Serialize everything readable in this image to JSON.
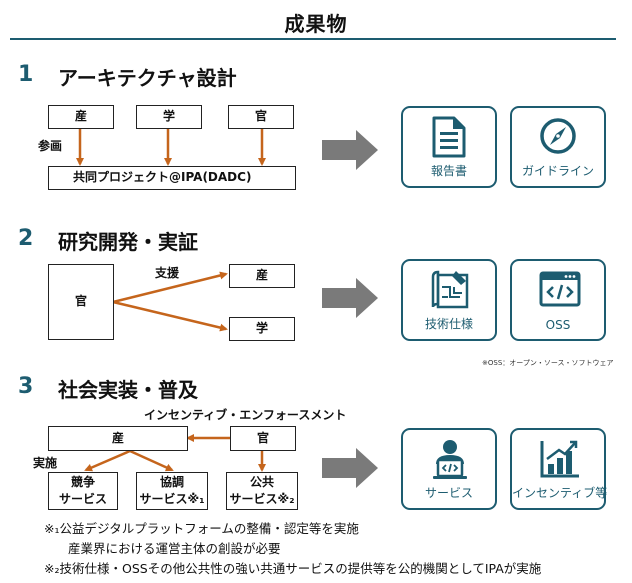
{
  "page": {
    "title": "成果物"
  },
  "colors": {
    "accent": "#1d5c70",
    "arrow": "#c5651c",
    "big_arrow": "#7a7a7a"
  },
  "section1": {
    "number": "1",
    "title": "アーキテクチャ設計",
    "actors": [
      "産",
      "学",
      "官"
    ],
    "join_label": "参画",
    "project": "共同プロジェクト@IPA(DADC)",
    "cards": [
      {
        "label": "報告書",
        "icon": "document-icon"
      },
      {
        "label": "ガイドライン",
        "icon": "compass-icon"
      }
    ]
  },
  "section2": {
    "number": "2",
    "title": "研究開発・実証",
    "source": "官",
    "support_label": "支援",
    "targets": [
      "産",
      "学"
    ],
    "cards": [
      {
        "label": "技術仕様",
        "icon": "blueprint-icon"
      },
      {
        "label": "OSS",
        "icon": "code-window-icon"
      }
    ],
    "oss_note": "※OSS：オープン・ソース・ソフトウェア"
  },
  "section3": {
    "number": "3",
    "title": "社会実装・普及",
    "enforcement_label": "インセンティブ・エンフォースメント",
    "industry": "産",
    "government": "官",
    "implement_label": "実施",
    "outputs": [
      {
        "line1": "競争",
        "line2": "サービス"
      },
      {
        "line1": "協調",
        "line2": "サービス※₁"
      },
      {
        "line1": "公共",
        "line2": "サービス※₂"
      }
    ],
    "cards": [
      {
        "label": "サービス",
        "icon": "person-laptop-icon"
      },
      {
        "label": "インセンティブ等",
        "icon": "bar-chart-icon"
      }
    ]
  },
  "notes": {
    "note1_line1": "※₁公益デジタルプラットフォームの整備・認定等を実施",
    "note1_line2": "産業界における運営主体の創設が必要",
    "note2": "※₂技術仕様・OSSその他公共性の強い共通サービスの提供等を公的機関としてIPAが実施"
  }
}
